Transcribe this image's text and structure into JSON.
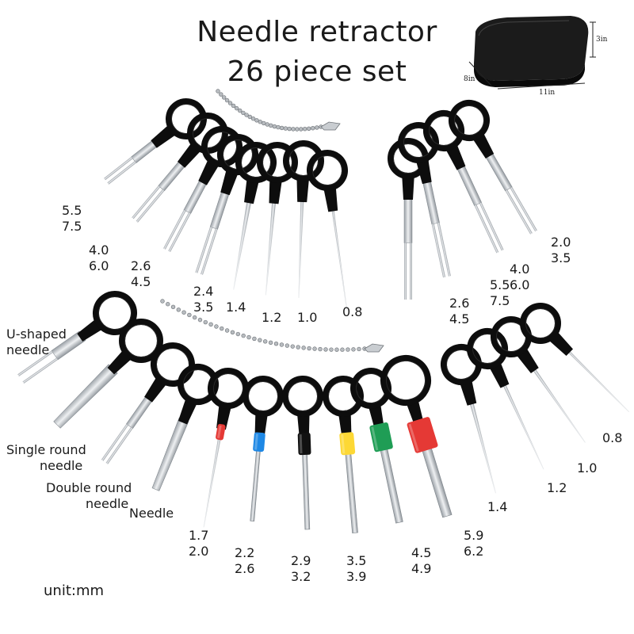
{
  "title": {
    "line1": "Needle retractor",
    "line2": "26 piece set"
  },
  "case": {
    "height_label": "3in",
    "depth_label": "8in",
    "width_label": "11in"
  },
  "top_left_labels": [
    {
      "a": "5.5",
      "b": "7.5"
    },
    {
      "a": "4.0",
      "b": "6.0"
    },
    {
      "a": "2.6",
      "b": "4.5"
    },
    {
      "a": "2.4",
      "b": "3.5"
    },
    {
      "a": "1.4",
      "b": ""
    },
    {
      "a": "1.2",
      "b": ""
    },
    {
      "a": "1.0",
      "b": ""
    },
    {
      "a": "0.8",
      "b": ""
    }
  ],
  "top_right_labels": [
    {
      "a": "2.6",
      "b": "4.5"
    },
    {
      "a": "5.5",
      "b": "7.5"
    },
    {
      "a": "4.0",
      "b": "6.0"
    },
    {
      "a": "2.0",
      "b": "3.5"
    }
  ],
  "bottom_left_labels": {
    "u_shaped": {
      "a": "U-shaped",
      "b": "needle"
    },
    "single_round": {
      "a": "Single round",
      "b": "needle"
    },
    "double_round": {
      "a": "Double round",
      "b": "needle"
    },
    "needle": "Needle"
  },
  "bottom_sleeve_labels": [
    {
      "a": "1.7",
      "b": "2.0"
    },
    {
      "a": "2.2",
      "b": "2.6"
    },
    {
      "a": "2.9",
      "b": "3.2"
    },
    {
      "a": "3.5",
      "b": "3.9"
    },
    {
      "a": "4.5",
      "b": "4.9"
    },
    {
      "a": "5.9",
      "b": "6.2"
    }
  ],
  "bottom_right_labels": [
    "1.4",
    "1.2",
    "1.0",
    "0.8"
  ],
  "unit": "unit:mm",
  "colors": {
    "ring": "#0d0d0d",
    "steel": "#c4c8cc",
    "sleeves": [
      "#e53935",
      "#1e88e5",
      "#111111",
      "#fdd835",
      "#1f9d55",
      "#e53935"
    ]
  }
}
